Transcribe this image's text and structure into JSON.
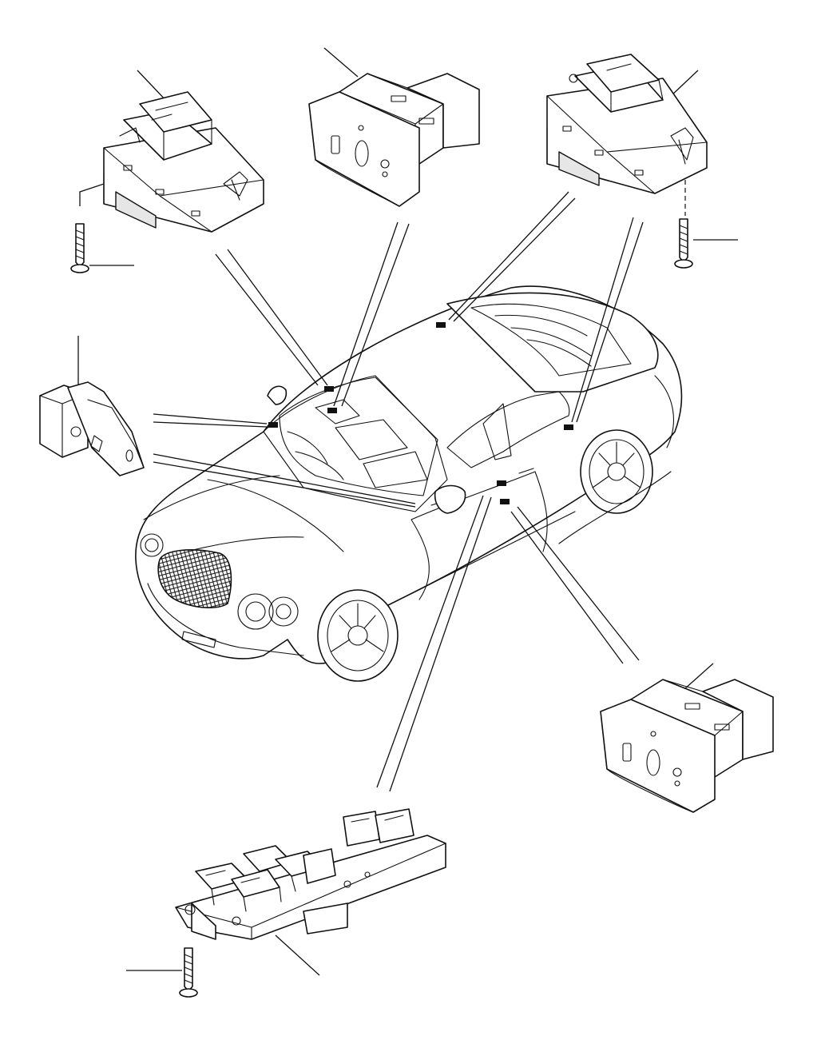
{
  "diagram": {
    "components": [
      {
        "id": "switch-rocker-top-left",
        "icon": "rocker-switch-icon"
      },
      {
        "id": "switch-rocker-top-right",
        "icon": "rocker-switch-icon"
      },
      {
        "id": "switch-seat-memory-top",
        "icon": "seat-memory-switch-icon"
      },
      {
        "id": "switch-seat-memory-right",
        "icon": "seat-memory-switch-icon"
      },
      {
        "id": "switch-small-left",
        "icon": "small-switch-icon"
      },
      {
        "id": "window-switch-pack",
        "icon": "window-switch-pack-icon"
      },
      {
        "id": "screw",
        "icon": "screw-icon",
        "count": 3
      }
    ],
    "vehicle": {
      "icon": "coupe-car-icon"
    },
    "colors": {
      "line": "#111111",
      "background": "#ffffff"
    }
  }
}
